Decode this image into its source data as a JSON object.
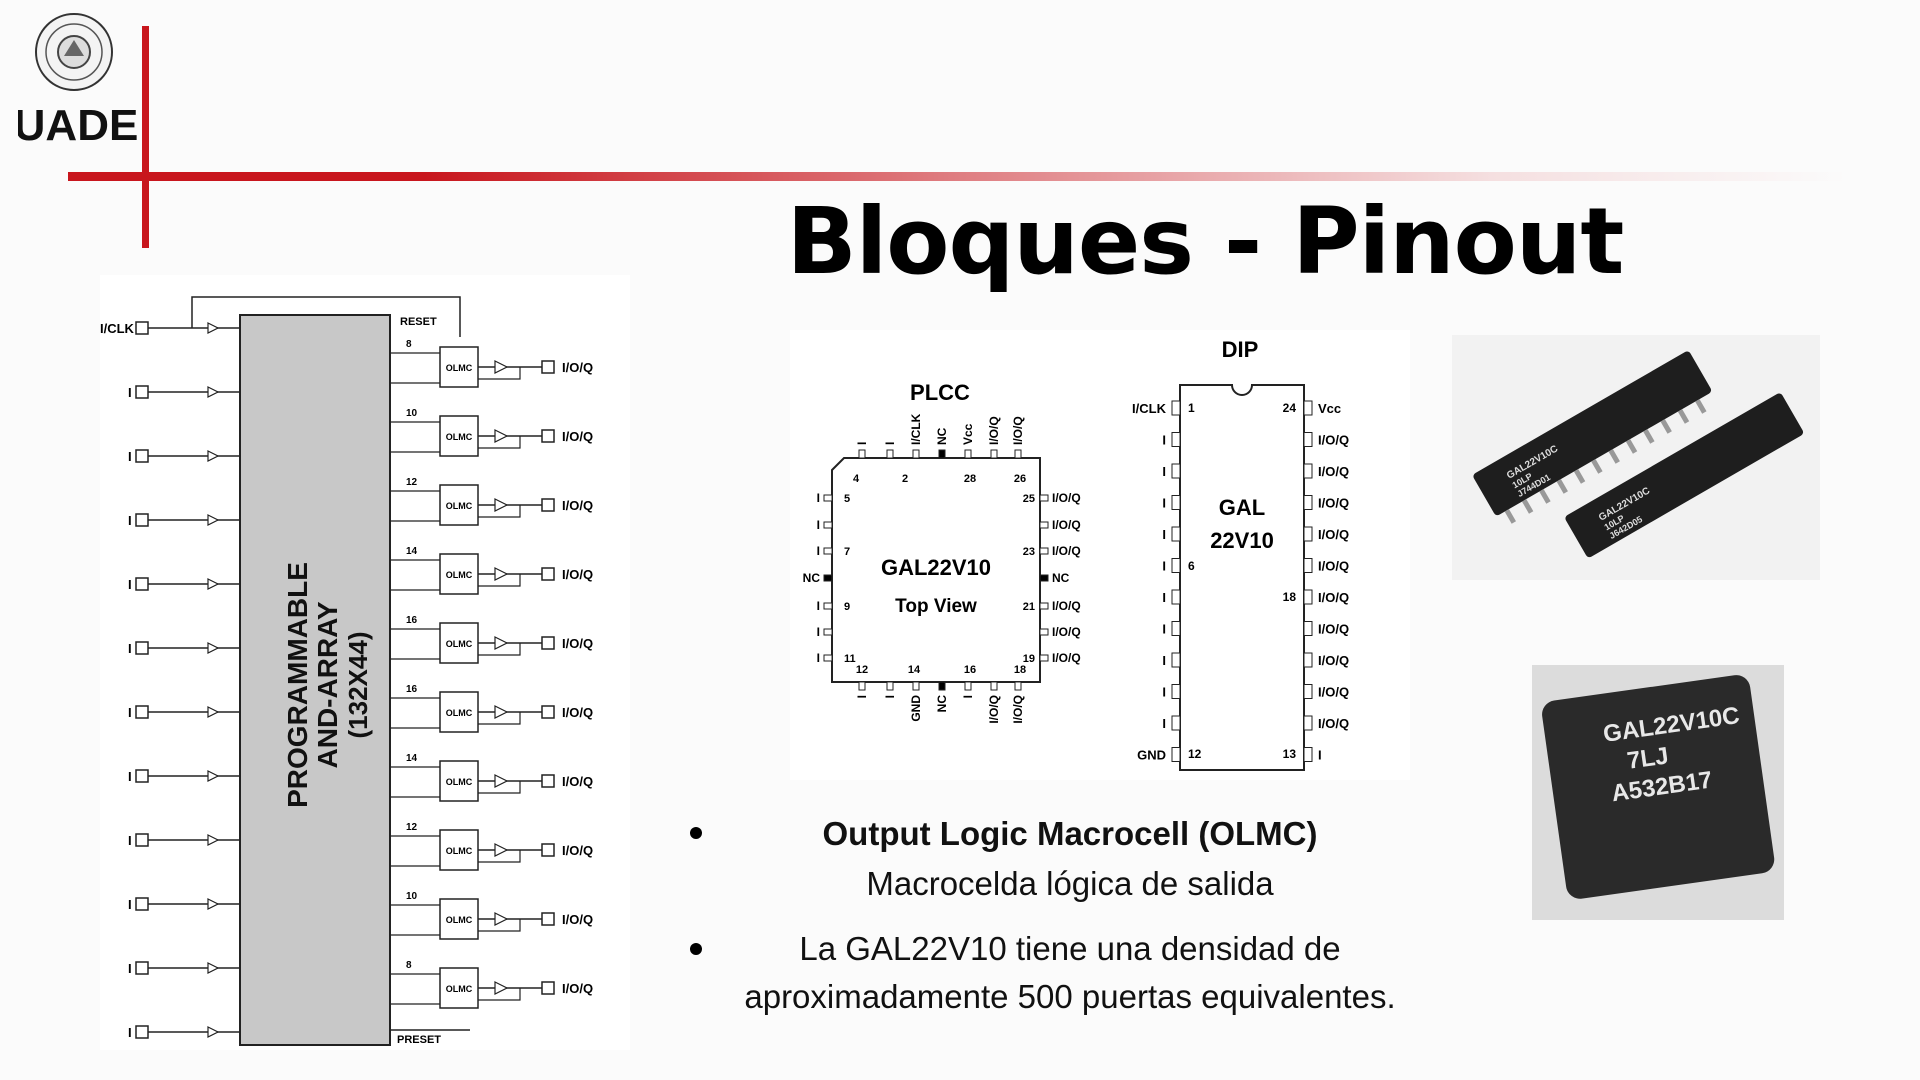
{
  "logo": {
    "text": "UADE"
  },
  "title": "Bloques - Pinout",
  "schematic": {
    "array_label_1": "PROGRAMMABLE",
    "array_label_2": "AND-ARRAY",
    "array_label_3": "(132X44)",
    "clock_label": "I/CLK",
    "reset_label": "RESET",
    "preset_label": "PRESET",
    "input_label": "I",
    "output_label": "I/O/Q",
    "olmc_label": "OLMC",
    "product_terms": [
      "8",
      "10",
      "12",
      "14",
      "16",
      "16",
      "14",
      "12",
      "10",
      "8"
    ]
  },
  "plcc": {
    "heading": "PLCC",
    "chip_name": "GAL22V10",
    "view": "Top View",
    "top_labels": [
      "I",
      "I",
      "I/CLK",
      "NC",
      "Vcc",
      "I/O/Q",
      "I/O/Q"
    ],
    "top_nums": [
      "4",
      "2",
      "28",
      "26"
    ],
    "right_labels": [
      "I/O/Q",
      "I/O/Q",
      "I/O/Q",
      "NC",
      "I/O/Q",
      "I/O/Q",
      "I/O/Q"
    ],
    "right_nums": [
      "25",
      "23",
      "21",
      "19"
    ],
    "left_labels": [
      "I",
      "I",
      "I",
      "NC",
      "I",
      "I",
      "I"
    ],
    "left_nums": [
      "5",
      "7",
      "9",
      "11"
    ],
    "bottom_labels": [
      "I",
      "I",
      "GND",
      "NC",
      "I",
      "I/O/Q",
      "I/O/Q"
    ],
    "bottom_nums": [
      "12",
      "14",
      "16",
      "18"
    ]
  },
  "dip": {
    "heading": "DIP",
    "chip_name_1": "GAL",
    "chip_name_2": "22V10",
    "left_labels": [
      "I/CLK",
      "I",
      "I",
      "I",
      "I",
      "I",
      "I",
      "I",
      "I",
      "I",
      "I",
      "GND"
    ],
    "right_labels": [
      "Vcc",
      "I/O/Q",
      "I/O/Q",
      "I/O/Q",
      "I/O/Q",
      "I/O/Q",
      "I/O/Q",
      "I/O/Q",
      "I/O/Q",
      "I/O/Q",
      "I/O/Q",
      "I"
    ],
    "pin_nums": [
      "1",
      "24",
      "6",
      "18",
      "12",
      "13"
    ]
  },
  "chip_photo_1": {
    "marking_a": [
      "GAL22V10C",
      "10LP",
      "J744D01"
    ],
    "marking_b": [
      "GAL22V10C",
      "10LP",
      "J642D05"
    ]
  },
  "chip_photo_2": {
    "marking": [
      "GAL22V10C",
      "7LJ",
      "A532B17"
    ]
  },
  "bullets": {
    "b1_line1": "Output Logic Macrocell (OLMC)",
    "b1_line2": "Macrocelda lógica de salida",
    "b2_line1": "La GAL22V10 tiene una densidad de",
    "b2_line2": "aproximadamente 500 puertas equivalentes."
  }
}
